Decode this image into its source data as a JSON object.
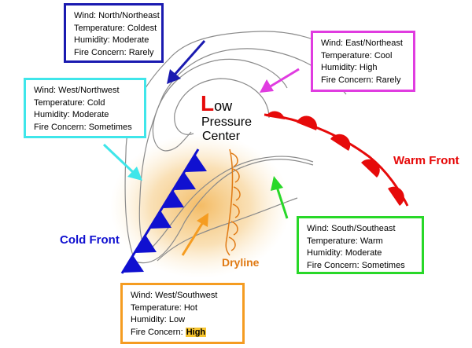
{
  "colors": {
    "cold_front": "#1010d0",
    "warm_front": "#e60a0a",
    "dryline": "#e07a14",
    "isobar": "#8a8a8a",
    "box_north": "#1a1ab0",
    "box_west": "#3fe6ea",
    "box_east": "#e03ce0",
    "box_south": "#28d828",
    "box_southwest": "#f59c21",
    "highlight": "#f6c42f"
  },
  "labels": {
    "low_initial": "L",
    "low_rest": "ow",
    "pressure": "Pressure",
    "center": "Center",
    "cold_front": "Cold Front",
    "warm_front": "Warm Front",
    "dryline": "Dryline"
  },
  "boxes": {
    "north": {
      "wind": "Wind: North/Northeast",
      "temperature": "Temperature: Coldest",
      "humidity": "Humidity: Moderate",
      "fire": "Fire Concern: Rarely"
    },
    "west": {
      "wind": "Wind: West/Northwest",
      "temperature": "Temperature: Cold",
      "humidity": "Humidity: Moderate",
      "fire": "Fire Concern: Sometimes"
    },
    "east": {
      "wind": "Wind: East/Northeast",
      "temperature": "Temperature: Cool",
      "humidity": "Humidity: High",
      "fire": "Fire Concern: Rarely"
    },
    "south": {
      "wind": "Wind: South/Southeast",
      "temperature": "Temperature: Warm",
      "humidity": "Humidity: Moderate",
      "fire": "Fire Concern: Sometimes"
    },
    "southwest": {
      "wind": "Wind: West/Southwest",
      "temperature": "Temperature: Hot",
      "humidity": "Humidity: Low",
      "fire_prefix": "Fire Concern: ",
      "fire_level": "High"
    }
  }
}
